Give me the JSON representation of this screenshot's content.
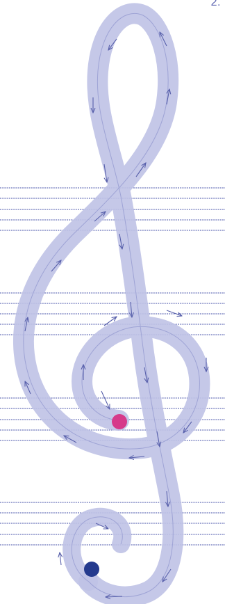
{
  "header": {
    "corner_label": "2."
  },
  "staff_lines": {
    "color": "#4651a8",
    "groups": 4,
    "lines_per_group": 5,
    "style": "dashed"
  },
  "treble_clef": {
    "band_color": "#c5c8e8",
    "centerline_color": "#9ea3d5",
    "arrow_color": "#5860ab",
    "arrow_count": 26
  },
  "markers": {
    "pink_dot": {
      "color": "#d63a8a"
    },
    "blue_dot": {
      "color": "#243a8e"
    }
  }
}
